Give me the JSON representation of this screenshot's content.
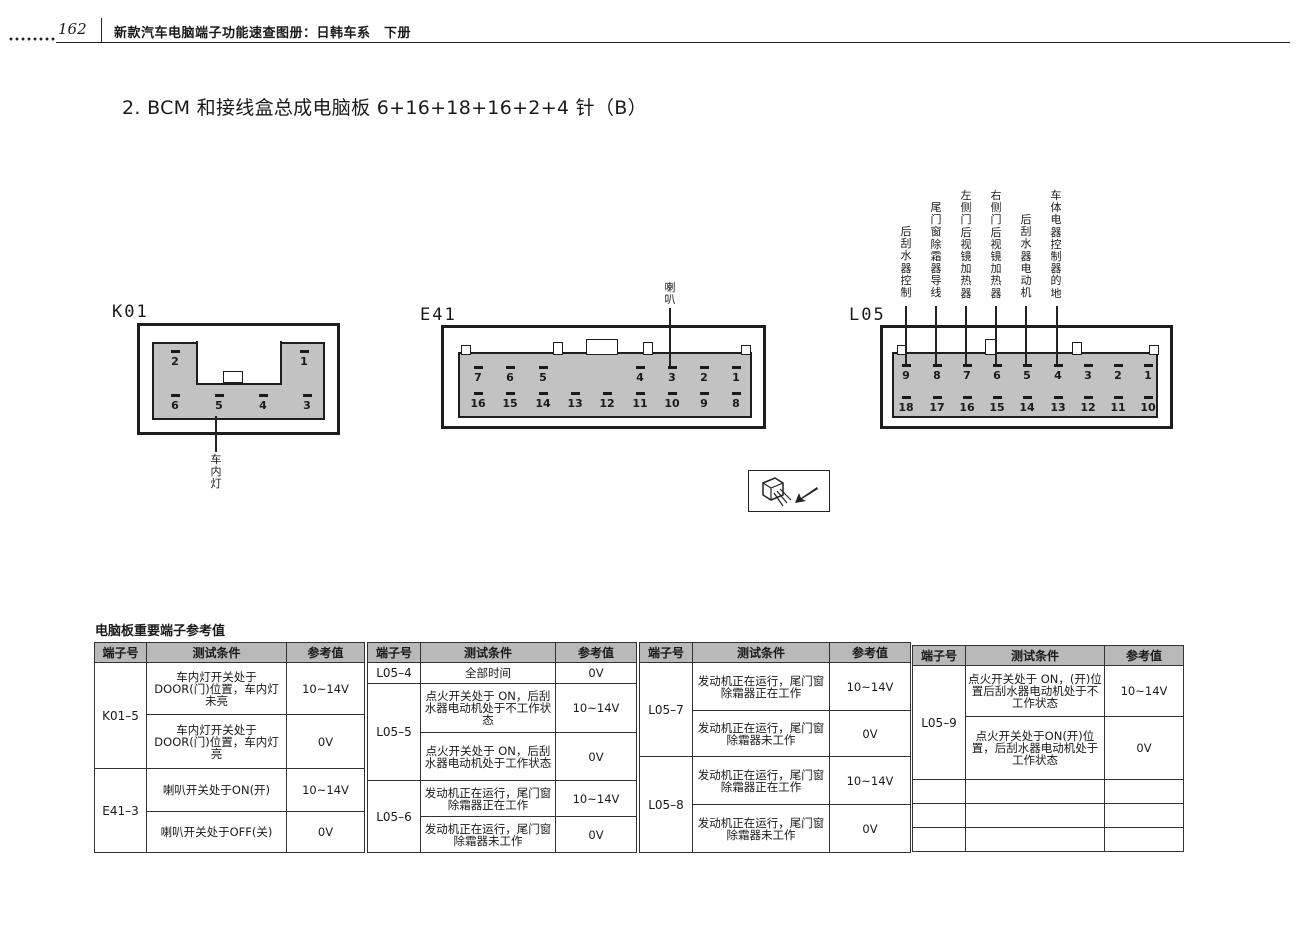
{
  "header": {
    "page_number": "162",
    "book_title": "新款汽车电脑端子功能速查图册：日韩车系　下册"
  },
  "section_title": "2. BCM 和接线盒总成电脑板 6+16+18+16+2+4 针（B）",
  "connectors": {
    "k01": {
      "code": "K01",
      "pins": {
        "p1": "1",
        "p2": "2",
        "p3": "3",
        "p4": "4",
        "p5": "5",
        "p6": "6"
      },
      "label_pin5": "车内灯"
    },
    "e41": {
      "code": "E41",
      "pins": {
        "p1": "1",
        "p2": "2",
        "p3": "3",
        "p4": "4",
        "p5": "5",
        "p6": "6",
        "p7": "7",
        "p8": "8",
        "p9": "9",
        "p10": "10",
        "p11": "11",
        "p12": "12",
        "p13": "13",
        "p14": "14",
        "p15": "15",
        "p16": "16"
      },
      "label_pin3": "喇叭"
    },
    "l05": {
      "code": "L05",
      "pins": {
        "p1": "1",
        "p2": "2",
        "p3": "3",
        "p4": "4",
        "p5": "5",
        "p6": "6",
        "p7": "7",
        "p8": "8",
        "p9": "9",
        "p10": "10",
        "p11": "11",
        "p12": "12",
        "p13": "13",
        "p14": "14",
        "p15": "15",
        "p16": "16",
        "p17": "17",
        "p18": "18"
      },
      "label_pin9": "后刮水器控制",
      "label_pin8": "尾门窗除霜器导线",
      "label_pin7": "左侧门后视镜加热器",
      "label_pin6": "右侧门后视镜加热器",
      "label_pin5": "后刮水器电动机",
      "label_pin4": "车体电器控制器的地"
    }
  },
  "table_section": {
    "title": "电脑板重要端子参考值",
    "headers": {
      "terminal": "端子号",
      "condition": "测试条件",
      "value": "参考值"
    }
  },
  "tables": {
    "t1": {
      "k01_5": "K01–5",
      "r1_cond": "车内灯开关处于DOOR(门)位置，车内灯未亮",
      "r1_val": "10~14V",
      "r2_cond": "车内灯开关处于DOOR(门)位置，车内灯亮",
      "r2_val": "0V",
      "e41_3": "E41–3",
      "r3_cond": "喇叭开关处于ON(开)",
      "r3_val": "10~14V",
      "r4_cond": "喇叭开关处于OFF(关)",
      "r4_val": "0V"
    },
    "t2": {
      "l05_4": "L05–4",
      "r1_cond": "全部时间",
      "r1_val": "0V",
      "l05_5": "L05–5",
      "r2_cond": "点火开关处于 ON，后刮水器电动机处于不工作状态",
      "r2_val": "10~14V",
      "r3_cond": "点火开关处于 ON，后刮水器电动机处于工作状态",
      "r3_val": "0V",
      "l05_6": "L05–6",
      "r4_cond": "发动机正在运行，尾门窗除霜器正在工作",
      "r4_val": "10~14V",
      "r5_cond": "发动机正在运行，尾门窗除霜器未工作",
      "r5_val": "0V"
    },
    "t3": {
      "l05_7": "L05–7",
      "r1_cond": "发动机正在运行，尾门窗除霜器正在工作",
      "r1_val": "10~14V",
      "r2_cond": "发动机正在运行，尾门窗除霜器未工作",
      "r2_val": "0V",
      "l05_8": "L05–8",
      "r3_cond": "发动机正在运行，尾门窗除霜器正在工作",
      "r3_val": "10~14V",
      "r4_cond": "发动机正在运行，尾门窗除霜器未工作",
      "r4_val": "0V"
    },
    "t4": {
      "l05_9": "L05–9",
      "r1_cond": "点火开关处于 ON，(开)位置后刮水器电动机处于不工作状态",
      "r1_val": "10~14V",
      "r2_cond": "点火开关处于ON(开)位置，后刮水器电动机处于工作状态",
      "r2_val": "0V"
    }
  },
  "icons": {
    "plug": "connector-plug-icon",
    "arrow": "arrow-icon"
  }
}
